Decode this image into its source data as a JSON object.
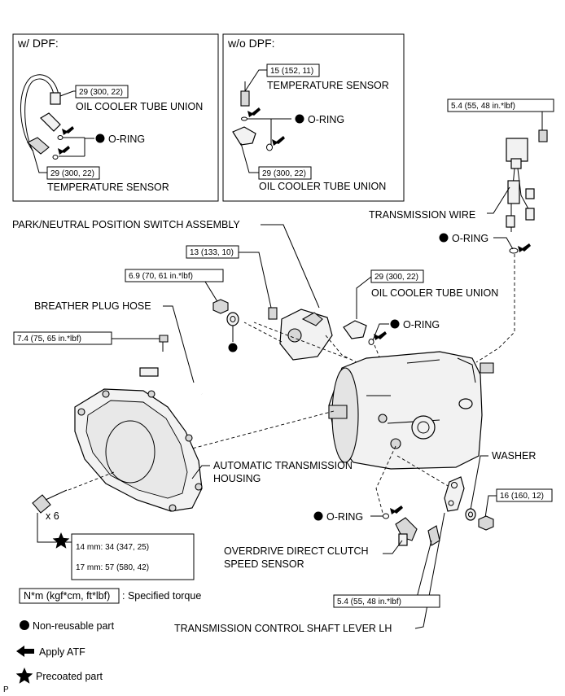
{
  "panels": {
    "with_dpf": {
      "title": "w/ DPF:",
      "torque_union": "29 (300, 22)",
      "label_union": "OIL COOLER TUBE UNION",
      "label_oring": "O-RING",
      "torque_sensor": "29 (300, 22)",
      "label_sensor": "TEMPERATURE SENSOR"
    },
    "without_dpf": {
      "title": "w/o DPF:",
      "torque_sensor": "15 (152, 11)",
      "label_sensor": "TEMPERATURE SENSOR",
      "label_oring": "O-RING",
      "torque_union": "29 (300, 22)",
      "label_union": "OIL COOLER TUBE UNION"
    }
  },
  "callouts": {
    "wire_torque": "5.4 (55, 48 in.*lbf)",
    "transmission_wire": "TRANSMISSION WIRE",
    "oring_wire": "O-RING",
    "pnp_switch": "PARK/NEUTRAL POSITION SWITCH ASSEMBLY",
    "pnp_torque": "13 (133, 10)",
    "nut_torque": "6.9 (70, 61 in.*lbf)",
    "union_torque": "29 (300, 22)",
    "union_label": "OIL COOLER TUBE UNION",
    "oring_union": "O-RING",
    "breather": "BREATHER PLUG HOSE",
    "breather_torque": "7.4 (75, 65 in.*lbf)",
    "housing_line1": "AUTOMATIC TRANSMISSION",
    "housing_line2": "HOUSING",
    "washer": "WASHER",
    "lever_nut_torque": "16 (160, 12)",
    "bolt_count": "x 6",
    "oring_speed": "O-RING",
    "speed_line1": "OVERDRIVE DIRECT CLUTCH",
    "speed_line2": "SPEED SENSOR",
    "bolt_torque_14": "14 mm: 34 (347, 25)",
    "bolt_torque_17": "17 mm: 57 (580, 42)",
    "speed_torque": "5.4 (55, 48 in.*lbf)",
    "lever_label": "TRANSMISSION CONTROL SHAFT LEVER LH"
  },
  "legend": {
    "torque_unit": "N*m (kgf*cm, ft*lbf)",
    "torque_desc": ": Specified torque",
    "non_reusable": "Non-reusable part",
    "apply_atf": "Apply ATF",
    "precoated": "Precoated part"
  },
  "footer": {
    "code": "P"
  }
}
